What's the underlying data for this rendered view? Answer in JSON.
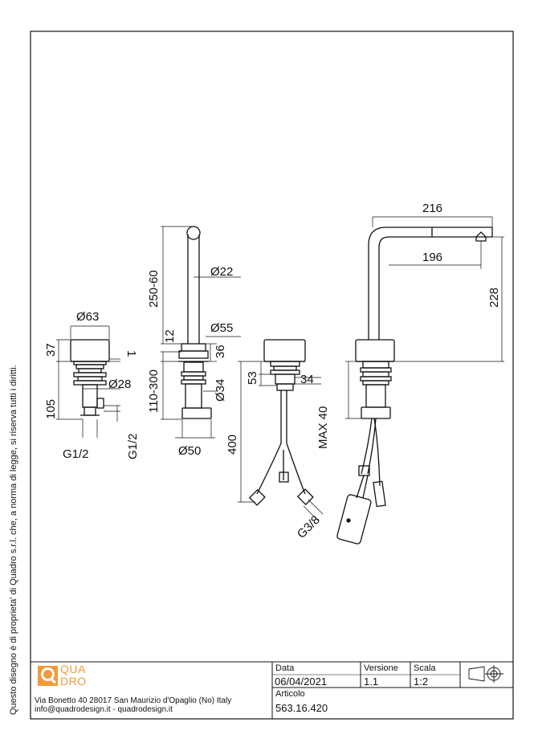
{
  "legal_notice": "Questo disegno è di proprieta' di Quadro s.r.l. che, a norma di legge, si riserva tutti i diritti.",
  "company": {
    "logo_line1": "QUA",
    "logo_line2": "DRO",
    "address": "Via Bonetto 40  28017 San Maurizio d'Opaglio (No) Italy",
    "contacts": "info@quadrodesign.it  -  quadrodesign.it"
  },
  "title_block": {
    "date_label": "Data",
    "date_value": "06/04/2021",
    "version_label": "Versione",
    "version_value": "1.1",
    "scale_label": "Scala",
    "scale_value": "1:2",
    "article_label": "Articolo",
    "article_value": "563.16.420"
  },
  "dimensions": {
    "d63": "Ø63",
    "h37": "37",
    "one": "1",
    "d28": "Ø28",
    "h105": "105",
    "g12_a": "G1/2",
    "g12_b": "G1/2",
    "h250_60": "250-60",
    "d22": "Ø22",
    "h12": "12",
    "d55": "Ø55",
    "h36": "36",
    "h110_300": "110-300",
    "d34_a": "Ø34",
    "d50": "Ø50",
    "h53": "53",
    "d34_b": "34",
    "max40": "MAX 40",
    "h400": "400",
    "g38": "G3/8",
    "w216": "216",
    "w196": "196",
    "h228": "228"
  }
}
